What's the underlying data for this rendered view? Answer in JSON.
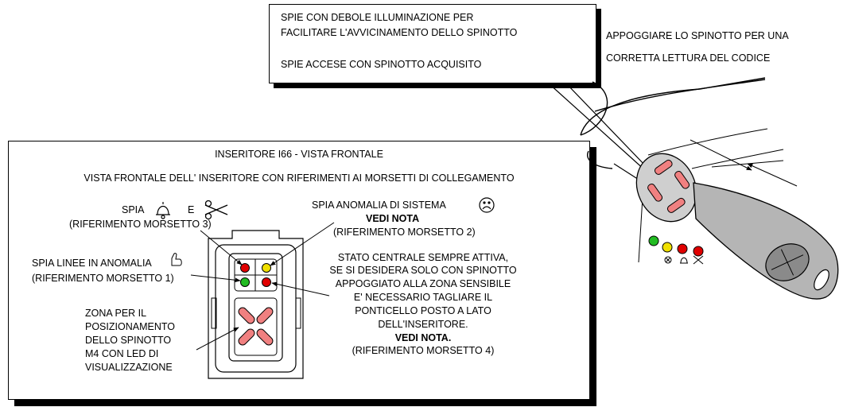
{
  "callout": {
    "line1": "SPIE CON DEBOLE ILLUMINAZIONE PER",
    "line2": "FACILITARE L'AVVICINAMENTO DELLO SPINOTTO",
    "line3": "SPIE ACCESE CON SPINOTTO ACQUISITO"
  },
  "right_note": {
    "line1": "APPOGGIARE LO SPINOTTO PER UNA",
    "line2": "CORRETTA  LETTURA DEL CODICE"
  },
  "panel": {
    "title": "INSERITORE I66 - VISTA FRONTALE",
    "subtitle": "VISTA FRONTALE DELL' INSERITORE CON RIFERIMENTI AI MORSETTI DI COLLEGAMENTO"
  },
  "labels": {
    "spia_prefix": "SPIA",
    "spia_e": "E",
    "rif3": "(RIFERIMENTO MORSETTO 3)",
    "anomalia_sistema": "SPIA  ANOMALIA DI SISTEMA",
    "vedi_nota": "VEDI NOTA",
    "rif2": "(RIFERIMENTO MORSETTO 2)",
    "linee_anomalia": "SPIA  LINEE IN ANOMALIA",
    "rif1": "(RIFERIMENTO MORSETTO 1)",
    "stato": [
      "STATO CENTRALE SEMPRE ATTIVA,",
      "SE SI DESIDERA SOLO CON SPINOTTO",
      "APPOGGIATO ALLA ZONA SENSIBILE",
      "E' NECESSARIO TAGLIARE IL",
      "PONTICELLO POSTO A LATO",
      "DELL'INSERITORE."
    ],
    "vedi_nota_dot": "VEDI NOTA.",
    "rif4": "(RIFERIMENTO MORSETTO 4)",
    "zona": [
      "ZONA PER IL",
      "POSIZIONAMENTO",
      "DELLO SPINOTTO",
      "M4 CON LED DI",
      "VISUALIZZAZIONE"
    ]
  },
  "icons": [
    "bell-icon",
    "scissors-icon",
    "sad-face-icon",
    "thumbs-up-icon"
  ],
  "colors": {
    "led_red": "#e00000",
    "led_yellow": "#f0e000",
    "led_green": "#22bb22",
    "key_pad": "#f08080",
    "fob_body": "#b5b5b5"
  }
}
